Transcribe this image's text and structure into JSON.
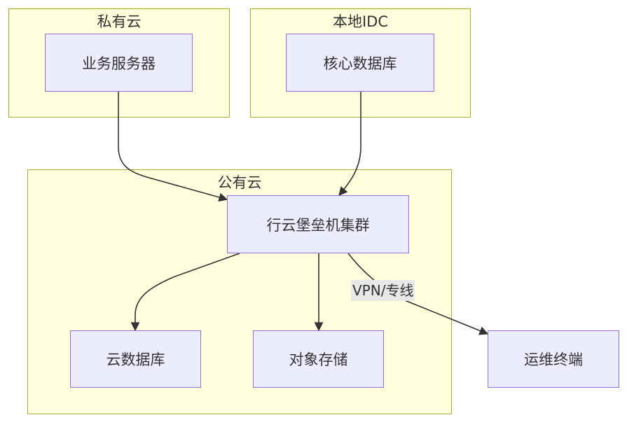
{
  "clusters": {
    "private_cloud": "私有云",
    "local_idc": "本地IDC",
    "public_cloud": "公有云"
  },
  "nodes": {
    "business_server": "业务服务器",
    "core_database": "核心数据库",
    "bastion_cluster": "行云堡垒机集群",
    "cloud_database": "云数据库",
    "object_storage": "对象存储",
    "ops_terminal": "运维终端"
  },
  "edges": {
    "vpn_label": "VPN/专线"
  },
  "colors": {
    "cluster_fill": "#ffffde",
    "cluster_border": "#aaaa33",
    "node_fill": "#ececff",
    "node_border": "#9370db",
    "edge": "#333333",
    "edge_label_bg": "#e8e8e8"
  }
}
